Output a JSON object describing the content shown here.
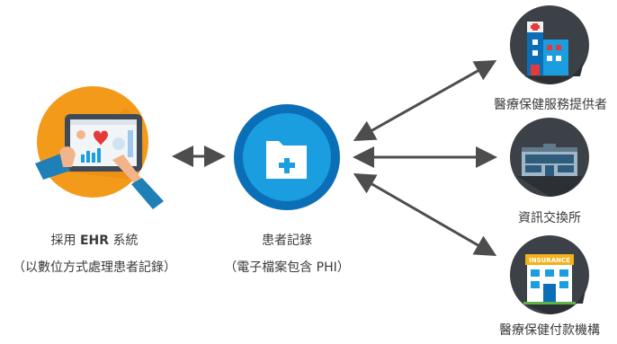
{
  "ehr": {
    "label_prefix": "採用 ",
    "label_strong": "EHR",
    "label_suffix": " 系統",
    "sublabel": "（以數位方式處理患者記錄）"
  },
  "record": {
    "label": "患者記錄",
    "sublabel": "（電子檔案包含 PHI）"
  },
  "providers": {
    "label": "醫療保健服務提供者"
  },
  "exchange": {
    "label": "資訊交換所"
  },
  "payers": {
    "label": "醫療保健付款機構",
    "sign_text": "INSURANCE"
  },
  "colors": {
    "arrow": "#4d4d4d",
    "blue_ring": "#0b6fb8",
    "blue_inner": "#1a9ee0",
    "orange": "#f39a1b",
    "dark_circle": "#3c4147"
  }
}
